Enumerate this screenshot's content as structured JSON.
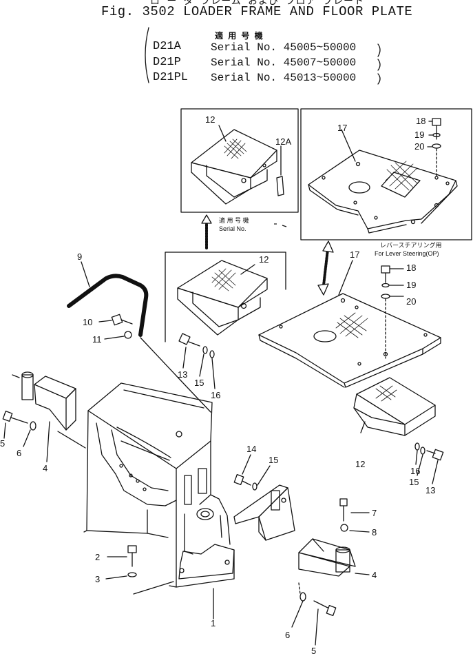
{
  "header": {
    "top_cut": "ロ ー ダ  フレーム  および  フロア  プレート",
    "title": "Fig. 3502 LOADER FRAME AND FLOOR PLATE",
    "applicable_label": "適 用 号 機",
    "models": [
      {
        "model": "D21A",
        "serial": "Serial No. 45005~50000"
      },
      {
        "model": "D21P",
        "serial": "Serial No. 45007~50000"
      },
      {
        "model": "D21PL",
        "serial": "Serial No. 45013~50000"
      }
    ]
  },
  "inset_note": {
    "line1": "適 用 号 機",
    "line2": "Serial No."
  },
  "lever_note": {
    "jp": "レバースチアリング用",
    "en": "For Lever Steering(OP)"
  },
  "callouts": {
    "c1": "1",
    "c2": "2",
    "c3": "3",
    "c4a": "4",
    "c4b": "4",
    "c5a": "5",
    "c5b": "5",
    "c6a": "6",
    "c6b": "6",
    "c7": "7",
    "c8": "8",
    "c9": "9",
    "c10": "10",
    "c11": "11",
    "c12a": "12",
    "c12b": "12",
    "c12c": "12",
    "c12A": "12A",
    "c13a": "13",
    "c13b": "13",
    "c14": "14",
    "c15a": "15",
    "c15b": "15",
    "c15c": "15",
    "c16a": "16",
    "c16b": "16",
    "c17a": "17",
    "c17b": "17",
    "c18a": "18",
    "c18b": "18",
    "c19a": "19",
    "c19b": "19",
    "c20a": "20",
    "c20b": "20"
  }
}
